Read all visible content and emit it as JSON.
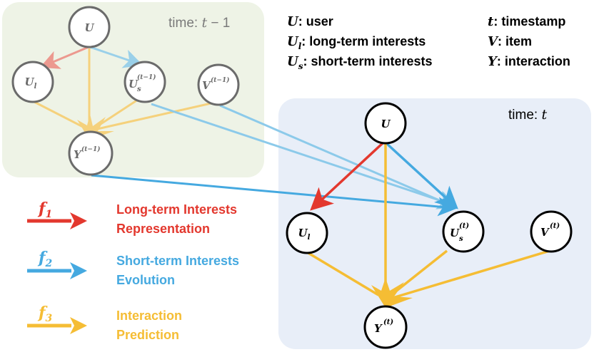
{
  "colors": {
    "long_term": "#e3382e",
    "short_term": "#45a9e0",
    "interaction": "#f5bd34",
    "past_panel": "#eef3e6",
    "current_panel": "#e8eef8",
    "node_stroke": "#000000",
    "past_node_stroke": "#6b6b6b"
  },
  "panels": {
    "past": {
      "prefix": "time: ",
      "var": "t",
      "suffix": " − 1"
    },
    "current": {
      "prefix": "time: ",
      "var": "t"
    }
  },
  "nodes": {
    "past": {
      "U": {
        "base": "U",
        "sub": "",
        "sup": ""
      },
      "Ul": {
        "base": "U",
        "sub": "l",
        "sup": ""
      },
      "Us": {
        "base": "U",
        "sub": "s",
        "sup": "(t−1)"
      },
      "V": {
        "base": "V",
        "sub": "",
        "sup": "(t−1)"
      },
      "Y": {
        "base": "Y",
        "sub": "",
        "sup": "(t−1)"
      }
    },
    "current": {
      "U": {
        "base": "U",
        "sub": "",
        "sup": ""
      },
      "Ul": {
        "base": "U",
        "sub": "l",
        "sup": ""
      },
      "Us": {
        "base": "U",
        "sub": "s",
        "sup": "(t)"
      },
      "V": {
        "base": "V",
        "sub": "",
        "sup": "(t)"
      },
      "Y": {
        "base": "Y",
        "sub": "",
        "sup": "(t)"
      }
    }
  },
  "key": {
    "left": [
      {
        "base": "U",
        "sub": "",
        "text": ":  user"
      },
      {
        "base": "U",
        "sub": "l",
        "text": ": long-term interests"
      },
      {
        "base": "U",
        "sub": "s",
        "text": ": short-term interests"
      }
    ],
    "right": [
      {
        "base": "t",
        "sub": "",
        "text": ":  timestamp"
      },
      {
        "base": "V",
        "sub": "",
        "text": ": item"
      },
      {
        "base": "Y",
        "sub": "",
        "text": ": interaction"
      }
    ]
  },
  "legend": [
    {
      "id": "f1",
      "fn": "f",
      "sub": "1",
      "lines": [
        "Long-term Interests",
        "Representation"
      ]
    },
    {
      "id": "f2",
      "fn": "f",
      "sub": "2",
      "lines": [
        "Short-term Interests",
        "Evolution"
      ]
    },
    {
      "id": "f3",
      "fn": "f",
      "sub": "3",
      "lines": [
        "Interaction",
        "Prediction"
      ]
    }
  ]
}
